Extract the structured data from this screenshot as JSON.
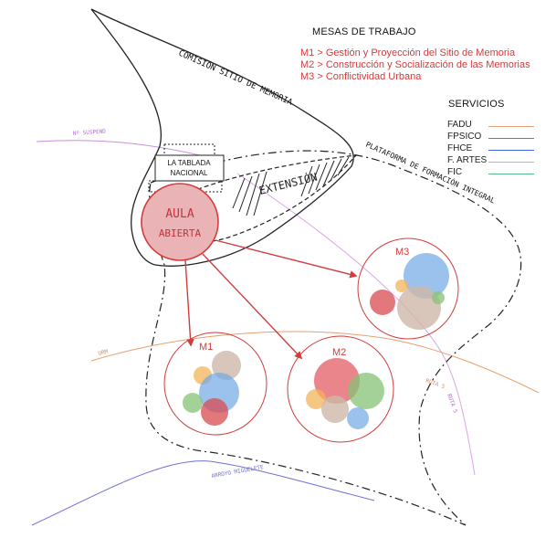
{
  "legend": {
    "mesas_title": "MESAS DE TRABAJO",
    "mesas": [
      "M1 > Gestión y Proyección del Sitio de Memoria",
      "M2 > Construcción y Socialización de las Memorias",
      "M3 > Conflictividad Urbana"
    ],
    "servicios_title": "SERVICIOS",
    "servicios": [
      {
        "label": "FADU",
        "color": "#e2a07a"
      },
      {
        "label": "FPSICO",
        "color": "#d94a5a"
      },
      {
        "label": "FHCE",
        "color": "#3f63d8"
      },
      {
        "label": "F. ARTES",
        "color": "#f0b24a"
      },
      {
        "label": "FIC",
        "color": "#57c08a"
      }
    ]
  },
  "map": {
    "comision_label": "COMISIÓN SITIO DE MEMORIA",
    "plataforma_label": "PLATAFORMA DE FORMACIÓN INTEGRAL",
    "extension_label": "EXTENSIÓN",
    "tablada_label_1": "LA TABLADA",
    "tablada_label_2": "NACIONAL",
    "aula_label_1": "AULA",
    "aula_label_2": "ABIERTA",
    "m1_label": "M1",
    "m2_label": "M2",
    "m3_label": "M3",
    "road_labels": {
      "road_top_left": "Nº SUSPEND",
      "road_left": "URM",
      "road_right": "RUTA 5",
      "road_right_vertical": "RUTA 5",
      "stream": "ARROYO MIGUELETE"
    }
  },
  "colors": {
    "accent_red": "#d23c3c",
    "aula_fill": "#eab4b6",
    "road_violet": "#c990db",
    "road_orange": "#e6a070",
    "stream_blue": "#6f6fd6"
  }
}
